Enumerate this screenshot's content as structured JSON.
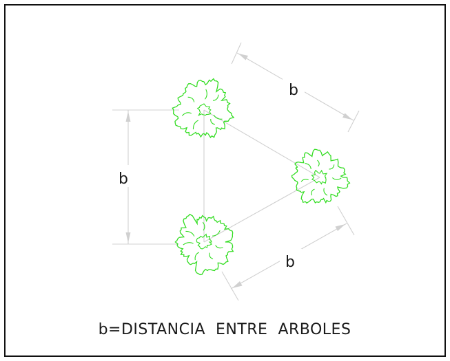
{
  "diagram": {
    "dimension_labels": {
      "left": "b",
      "top_right": "b",
      "bottom_right": "b"
    },
    "caption": "b=DISTANCIA  ENTRE  ARBOLES",
    "colors": {
      "tree": "#33dd22",
      "dimension_line": "#d0d0d0",
      "frame": "#111111",
      "text": "#1a1a1a"
    },
    "trees": [
      {
        "name": "tree-top-left"
      },
      {
        "name": "tree-right"
      },
      {
        "name": "tree-bottom-left"
      }
    ]
  }
}
